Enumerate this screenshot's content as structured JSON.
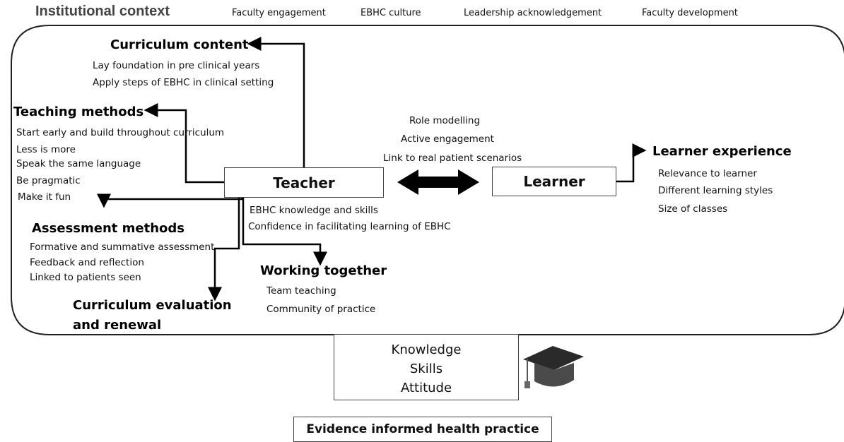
{
  "institutional": {
    "title": "Institutional context",
    "items": [
      "Faculty engagement",
      "EBHC culture",
      "Leadership acknowledgement",
      "Faculty development"
    ]
  },
  "curriculum_content": {
    "heading": "Curriculum content",
    "items": [
      "Lay foundation in pre clinical years",
      "Apply steps of EBHC in clinical setting"
    ]
  },
  "teaching_methods": {
    "heading": "Teaching methods",
    "items": [
      "Start early and build throughout curriculum",
      "Less is more",
      "Speak the same language",
      "Be pragmatic",
      "Make it fun"
    ]
  },
  "assessment_methods": {
    "heading": "Assessment methods",
    "items": [
      "Formative and summative assessment",
      "Feedback and reflection",
      "Linked to patients seen"
    ]
  },
  "curriculum_evaluation": {
    "heading_line1": "Curriculum evaluation",
    "heading_line2": "and renewal"
  },
  "working_together": {
    "heading": "Working together",
    "items": [
      "Team teaching",
      "Community of practice"
    ]
  },
  "teacher": {
    "label": "Teacher",
    "items": [
      "EBHC knowledge and skills",
      "Confidence in facilitating learning of EBHC"
    ]
  },
  "interaction": {
    "items": [
      "Role modelling",
      "Active engagement",
      "Link to real patient scenarios"
    ]
  },
  "learner": {
    "label": "Learner"
  },
  "learner_experience": {
    "heading": "Learner experience",
    "items": [
      "Relevance to learner",
      "Different learning styles",
      "Size of classes"
    ]
  },
  "outcomes": {
    "items": [
      "Knowledge",
      "Skills",
      "Attitude"
    ]
  },
  "practice": {
    "label": "Evidence informed health practice"
  },
  "icons": {
    "graduation": "graduation-cap-icon"
  }
}
